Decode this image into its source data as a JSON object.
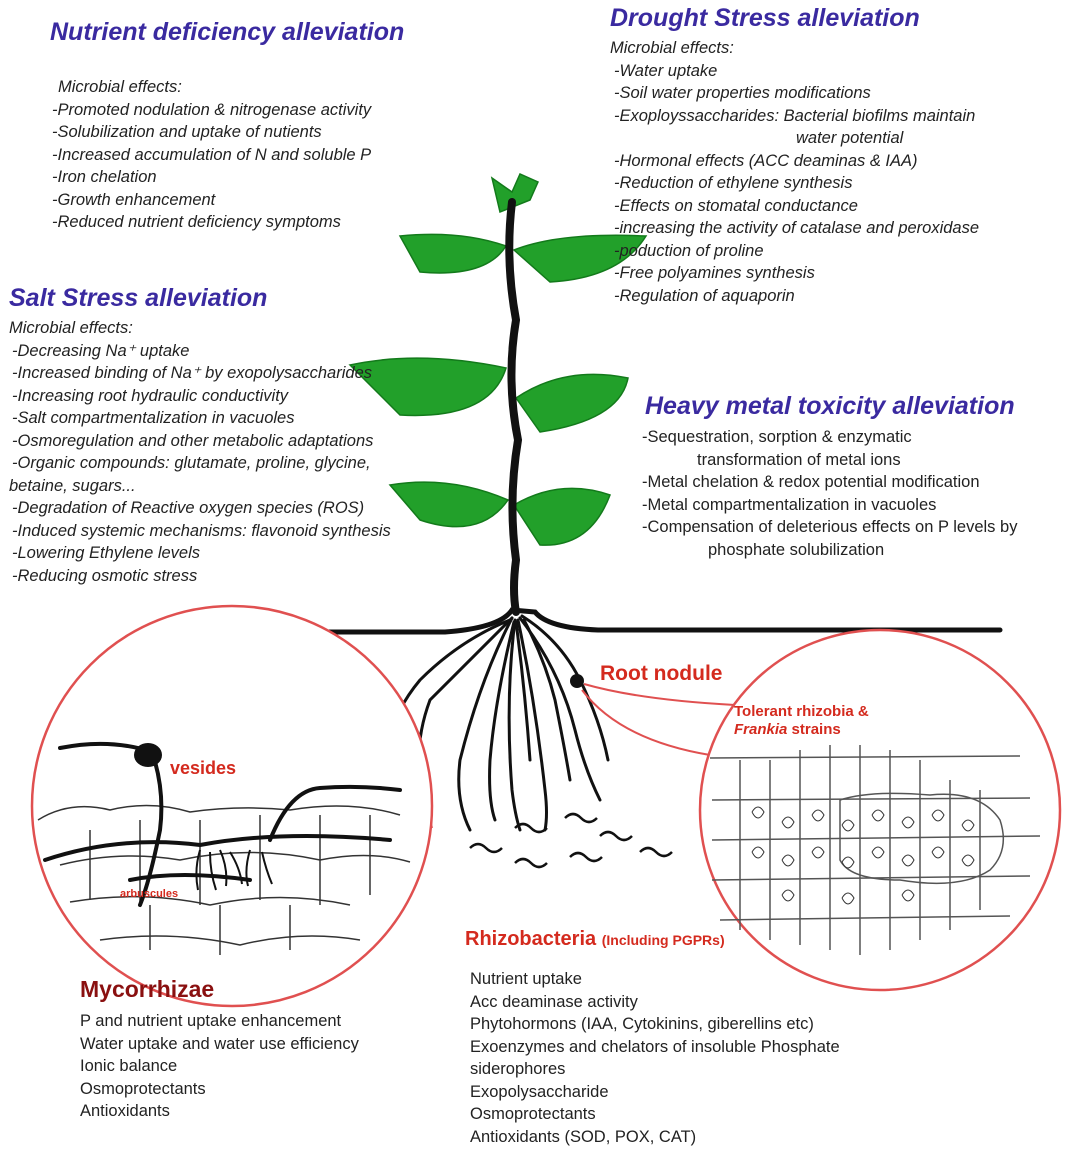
{
  "nutrient": {
    "title": "Nutrient deficiency alleviation",
    "items": [
      "Microbial effects:",
      "-Promoted nodulation & nitrogenase activity",
      "-Solubilization and uptake of nutients",
      "-Increased accumulation of N and soluble P",
      "-Iron chelation",
      "-Growth enhancement",
      "-Reduced nutrient deficiency symptoms"
    ]
  },
  "drought": {
    "title": "Drought Stress alleviation",
    "items": [
      "Microbial effects:",
      "-Water uptake",
      "-Soil water properties modifications",
      "-Exoployssaccharides: Bacterial biofilms maintain",
      "water potential",
      "-Hormonal effects (ACC deaminas & IAA)",
      "-Reduction of ethylene synthesis",
      "-Effects on stomatal conductance",
      "-increasing the activity of catalase and peroxidase",
      "-poduction of proline",
      "-Free polyamines synthesis",
      "-Regulation of aquaporin"
    ]
  },
  "salt": {
    "title": "Salt Stress alleviation",
    "items": [
      "Microbial effects:",
      "-Decreasing Na⁺ uptake",
      "-Increased binding of  Na⁺ by exopolysaccharides",
      "-Increasing root hydraulic conductivity",
      "-Salt compartmentalization in vacuoles",
      "-Osmoregulation and other metabolic adaptations",
      "-Organic compounds: glutamate, proline, glycine,",
      "betaine, sugars...",
      "-Degradation of Reactive oxygen species (ROS)",
      "-Induced systemic mechanisms: flavonoid synthesis",
      "-Lowering Ethylene levels",
      "-Reducing osmotic stress"
    ]
  },
  "metal": {
    "title": "Heavy metal toxicity alleviation",
    "items": [
      "-Sequestration, sorption & enzymatic",
      "transformation of metal ions",
      "-Metal chelation & redox potential modification",
      "-Metal compartmentalization in vacuoles",
      "-Compensation of deleterious effects on P levels by",
      "phosphate solubilization"
    ]
  },
  "root_nodule": {
    "label": "Root nodule",
    "tolerant_line1": "Tolerant rhizobia &",
    "tolerant_italic": "Frankia",
    "tolerant_rest": " strains"
  },
  "myco_inset": {
    "vesicles": "vesides",
    "arbuscules": "arbuscules"
  },
  "mycorrhizae": {
    "title": "Mycorrhizae",
    "items": [
      "P and nutrient uptake enhancement",
      "Water uptake and water use efficiency",
      "Ionic balance",
      "Osmoprotectants",
      "Antioxidants"
    ]
  },
  "rhizobacteria": {
    "title": "Rhizobacteria",
    "title_suffix": "(Including PGPRs)",
    "items": [
      "Nutrient uptake",
      "Acc deaminase activity",
      "Phytohormons (IAA, Cytokinins, giberellins etc)",
      "Exoenzymes and chelators of insoluble Phosphate",
      "siderophores",
      "Exopolysaccharide",
      "Osmoprotectants",
      "Antioxidants (SOD, POX, CAT)"
    ]
  },
  "colors": {
    "title": "#3a2aa0",
    "red": "#d42a1e",
    "leaf": "#22a02a",
    "leaf_dark": "#137a1b",
    "text": "#222222"
  }
}
